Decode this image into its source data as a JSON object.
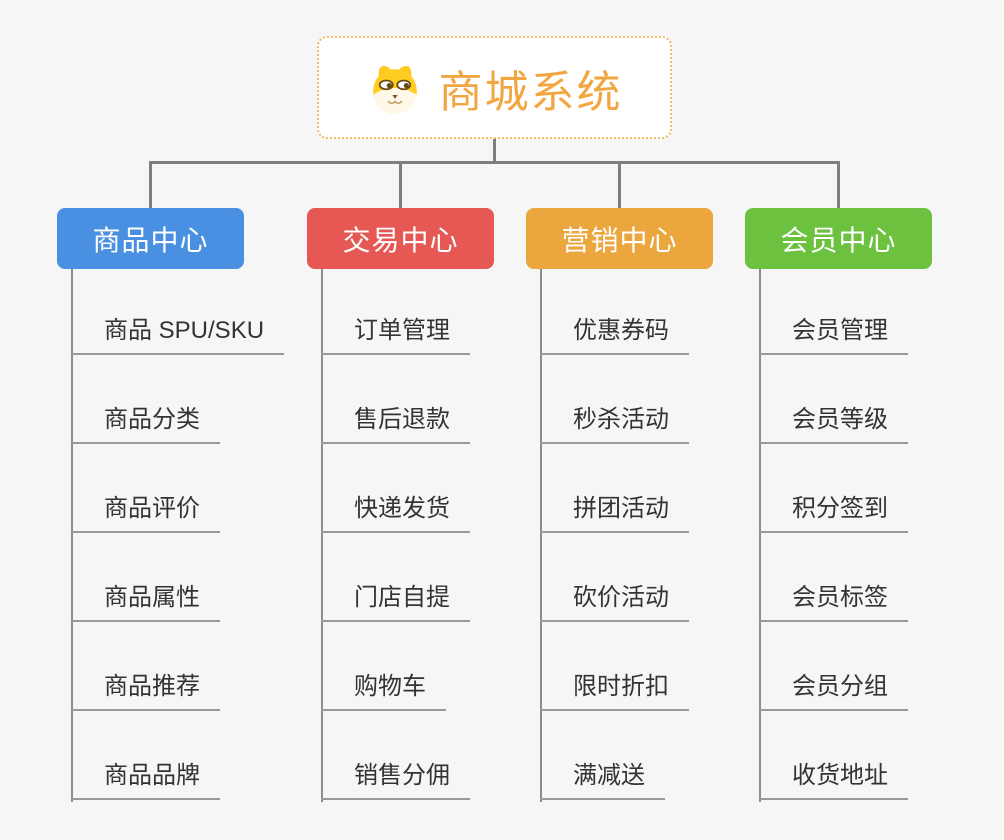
{
  "canvas": {
    "background_color": "#f6f6f6"
  },
  "root": {
    "title": "商城系统",
    "icon": "dog-face-icon",
    "accent_color": "#F2A642",
    "border_color": "#F2BA67"
  },
  "lines": {
    "tree_color": "#7E7E7E",
    "trunk_color": "#8C8C8C",
    "underline_color": "#999999"
  },
  "branches": [
    {
      "label": "商品中心",
      "color": "#4A90E2",
      "items": [
        "商品 SPU/SKU",
        "商品分类",
        "商品评价",
        "商品属性",
        "商品推荐",
        "商品品牌"
      ]
    },
    {
      "label": "交易中心",
      "color": "#E55853",
      "items": [
        "订单管理",
        "售后退款",
        "快递发货",
        "门店自提",
        "购物车",
        "销售分佣"
      ]
    },
    {
      "label": "营销中心",
      "color": "#EBA63E",
      "items": [
        "优惠券码",
        "秒杀活动",
        "拼团活动",
        "砍价活动",
        "限时折扣",
        "满减送"
      ]
    },
    {
      "label": "会员中心",
      "color": "#6CC13F",
      "items": [
        "会员管理",
        "会员等级",
        "积分签到",
        "会员标签",
        "会员分组",
        "收货地址"
      ]
    }
  ]
}
